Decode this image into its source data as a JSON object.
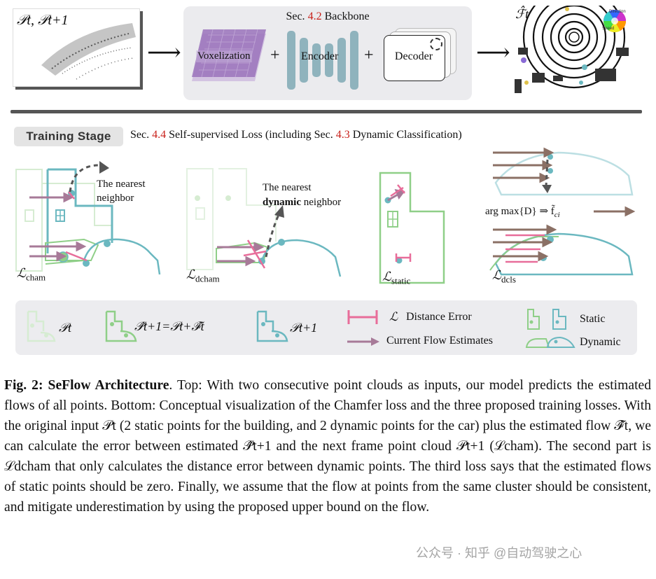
{
  "top": {
    "input_label": "𝒫t, 𝒫t+1",
    "backbone_title_pre": "Sec. ",
    "backbone_title_num": "4.2",
    "backbone_title_post": " Backbone",
    "voxelization": "Voxelization",
    "plus1": "+",
    "encoder": "Encoder",
    "plus2": "+",
    "decoder": "Decoder",
    "output_label": "ℱ̂t",
    "wheel_labels": {
      "direction": "Direction",
      "speed": "Speed"
    }
  },
  "training": {
    "badge": "Training Stage",
    "title_pre": "Sec. ",
    "title_num1": "4.4",
    "title_mid": " Self-supervised Loss (including Sec. ",
    "title_num2": "4.3",
    "title_post": " Dynamic Classification)"
  },
  "panels": {
    "cham": {
      "note1": "The nearest",
      "note2": "neighbor",
      "loss_main": "ℒ",
      "loss_sub": "cham"
    },
    "dcham": {
      "note1": "The nearest",
      "note2_bold": "dynamic",
      "note2_rest": " neighbor",
      "loss_main": "ℒ",
      "loss_sub": "dcham"
    },
    "static": {
      "loss_main": "ℒ",
      "loss_sub": "static"
    },
    "dcls": {
      "argmax": "arg max{D} ⇒ f̃",
      "argmax_sub": "ci",
      "loss_main": "ℒ",
      "loss_sub": "dcls"
    }
  },
  "legend": {
    "pt": "𝒫t",
    "pt_hat_next": "𝒫̂t+1=𝒫t+ℱ̂t",
    "pt_next": "𝒫t+1",
    "distance_error_symbol": "ℒ",
    "distance_error": "Distance Error",
    "flow_estimates": "Current Flow Estimates",
    "static": "Static",
    "dynamic": "Dynamic"
  },
  "caption": {
    "fig_label": "Fig. 2: SeFlow Architecture",
    "text_1": ". Top: With two consecutive point clouds as inputs, our model predicts the estimated flows of all points. Bottom: Conceptual visualization of the Chamfer loss and the three proposed training losses. With the original input 𝒫t (2 static points for the building, and 2 dynamic points for the car) plus the estimated flow ℱ̂t, we can calculate the error between estimated 𝒫̂t+1 and the next frame point cloud 𝒫t+1 (ℒcham). The second part is ℒdcham that only calculates the distance error between dynamic points. The third loss says that the estimated flows of static points should be zero. Finally, we assume that the flow at points from the same cluster should be consistent, and mitigate underestimation by using the proposed upper bound on the flow."
  },
  "watermark": "公众号 · 知乎 @自动驾驶之心",
  "colors": {
    "teal": "#6bb8c0",
    "green": "#8fcf88",
    "light_green": "#d6ecd2",
    "pink": "#e86d9a",
    "flow_arrow": "#a77a98",
    "violet": "#a583c2",
    "gray_block": "#8fb3bd",
    "red": "#c8201a"
  }
}
